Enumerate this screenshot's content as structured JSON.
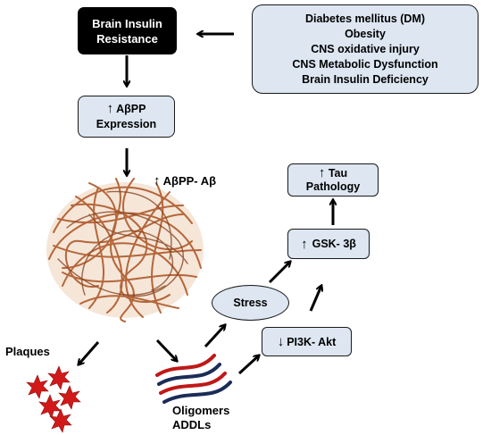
{
  "brain_insulin_resistance": {
    "line1": "Brain Insulin",
    "line2": "Resistance"
  },
  "causes": [
    "Diabetes mellitus (DM)",
    "Obesity",
    "CNS oxidative injury",
    "CNS Metabolic Dysfunction",
    "Brain Insulin Deficiency"
  ],
  "abpp_expression": {
    "arrow": "↑",
    "line1": "AβPP",
    "line2": "Expression"
  },
  "abpp_ab": {
    "arrow": "↑",
    "text": "AβPP- Aβ"
  },
  "tau_pathology": {
    "arrow": "↑",
    "line1": "Tau",
    "line2": "Pathology"
  },
  "gsk3b": {
    "arrow": "↑",
    "text": "GSK- 3β"
  },
  "stress": "Stress",
  "pi3k_akt": {
    "arrow": "↓",
    "text": "PI3K- Akt"
  },
  "plaques": "Plaques",
  "oligomers": {
    "line1": "Oligomers",
    "line2": "ADDLs"
  },
  "colors": {
    "box_fill": "#dde6f1",
    "black_box": "#000000",
    "fibril": "#b5663a",
    "plaque": "#d21919",
    "oligomer_red": "#c01818",
    "oligomer_navy": "#1b2c57"
  }
}
